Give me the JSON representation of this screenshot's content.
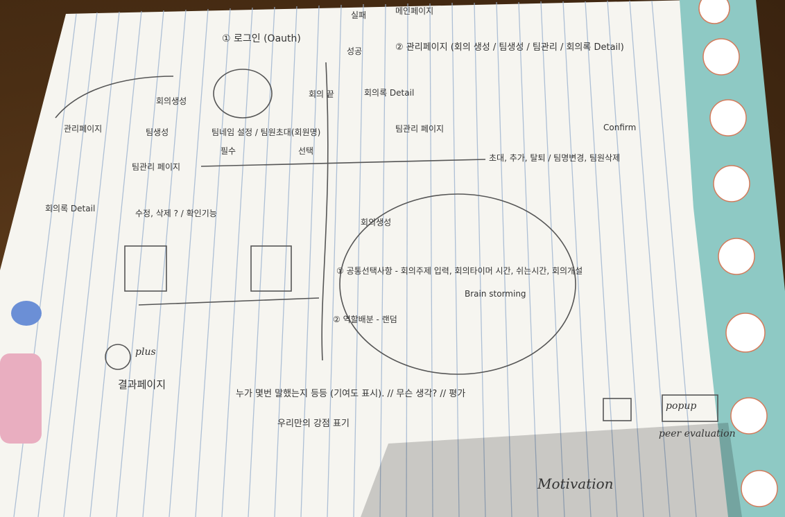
{
  "note": {
    "login": "① 로그인 (Oauth)",
    "login_fail": "실패",
    "main_page": "메인페이지",
    "login_success": "성공",
    "admin_page": "② 관리페이지 (회의 생성 / 팀생성 / 팀관리 / 회의록 Detail)",
    "meeting_create": "회의생성",
    "meeting_end": "회의 끝",
    "minutes_detail": "회의록 Detail",
    "admin_page_left": "관리페이지",
    "team_create": "팀생성",
    "team_name_input": "팀네임 설정 / 팀원초대(회원명)",
    "required": "필수",
    "optional": "선택",
    "team_manage_page": "팀관리 페이지",
    "team_manage_page_left": "팀관리 페이지",
    "team_actions": "초대, 추가, 탈퇴 / 팀명변경, 팀원삭제",
    "confirm": "Confirm",
    "minutes_detail_2": "회의록 Detail",
    "edit_delete": "수정, 삭제 ? / 확인기능",
    "meeting_create_2": "회의생성",
    "common_select": "① 공통선택사항 - 회의주제 입력, 회의타이머 시간, 쉬는시간, 회의개설",
    "brainstorm": "Brain storming",
    "role_select": "② 역할배분 - 랜덤",
    "result_page": "결과페이지",
    "who_said": "누가 몇번 말했는지 등등 (기여도 표시). // 무슨 생각? // 평가",
    "strength": "우리만의 강점 표기",
    "plus": "plus",
    "popup": "popup",
    "peer_eval": "peer evaluation",
    "motivation": "Motivation"
  }
}
